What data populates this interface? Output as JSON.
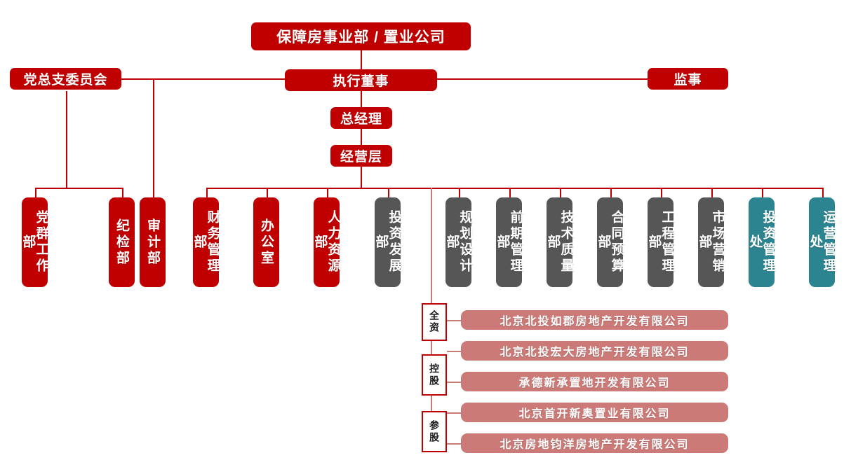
{
  "chart": {
    "title": "保障房事业部 / 置业公司",
    "type": "org-chart"
  },
  "top": {
    "root_label": "保障房事业部 / 置业公司",
    "executive_director_label": "执行董事",
    "general_manager_label": "总经理",
    "management_layer_label": "经营层",
    "party_committee_label": "党总支委员会",
    "supervisor_label": "监事"
  },
  "departments": [
    {
      "label": "党群工作部",
      "color": "#C00000",
      "tone": "red"
    },
    {
      "label": "纪检部",
      "color": "#C00000",
      "tone": "red"
    },
    {
      "label": "审计部",
      "color": "#C00000",
      "tone": "red"
    },
    {
      "label": "财务管理部",
      "color": "#C00000",
      "tone": "red"
    },
    {
      "label": "办公室",
      "color": "#C00000",
      "tone": "red"
    },
    {
      "label": "人力资源部",
      "color": "#C00000",
      "tone": "red"
    },
    {
      "label": "投资发展部",
      "color": "#565656",
      "tone": "gray"
    },
    {
      "label": "规划设计部",
      "color": "#565656",
      "tone": "gray"
    },
    {
      "label": "前期管理部",
      "color": "#565656",
      "tone": "gray"
    },
    {
      "label": "技术质量部",
      "color": "#565656",
      "tone": "gray"
    },
    {
      "label": "合同预算部",
      "color": "#565656",
      "tone": "gray"
    },
    {
      "label": "工程管理部",
      "color": "#565656",
      "tone": "gray"
    },
    {
      "label": "市场营销部",
      "color": "#565656",
      "tone": "gray"
    },
    {
      "label": "投资管理处",
      "color": "#2C8490",
      "tone": "teal"
    },
    {
      "label": "运营管理处",
      "color": "#2C8490",
      "tone": "teal"
    }
  ],
  "subsidiaries": {
    "groups": [
      {
        "type_label": "全资",
        "companies": [
          "北京北投如郡房地产开发有限公司"
        ]
      },
      {
        "type_label": "控股",
        "companies": [
          "北京北投宏大房地产开发有限公司",
          "承德新承置地开发有限公司"
        ]
      },
      {
        "type_label": "参股",
        "companies": [
          "北京首开新奥置业有限公司",
          "北京房地钧洋房地产开发有限公司"
        ]
      }
    ],
    "all_companies": [
      "北京北投如郡房地产开发有限公司",
      "北京北投宏大房地产开发有限公司",
      "承德新承置地开发有限公司",
      "北京首开新奥置业有限公司",
      "北京房地钧洋房地产开发有限公司"
    ],
    "box_color": "#CB7A77"
  },
  "colors": {
    "primary_red": "#C00000",
    "gray": "#565656",
    "teal": "#2C8490",
    "pink": "#CB7A77",
    "connector": "#C00000"
  }
}
